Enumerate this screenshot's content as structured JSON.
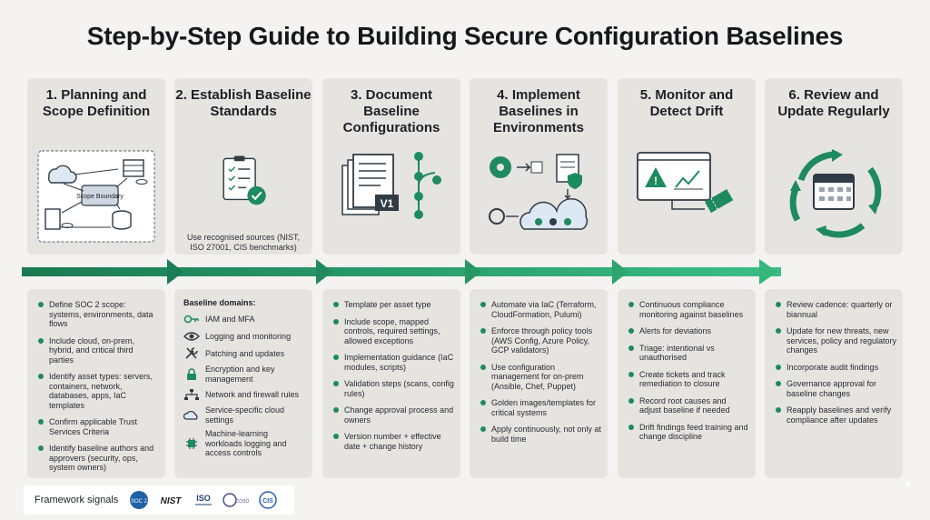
{
  "title": "Step-by-Step Guide to Building Secure Configuration Baselines",
  "colors": {
    "accent": "#1e8a5f",
    "accent_light": "#3bbf86",
    "panel": "#e6e4e0",
    "ink": "#2f3b45"
  },
  "steps": [
    {
      "title": "1. Planning and Scope Definition",
      "diagram_label": "Scope Boundary",
      "items": [
        "Define SOC 2 scope: systems, environments, data flows",
        "Include cloud, on-prem, hybrid, and critical third parties",
        "Identify asset types: servers, containers, network, databases, apps, IaC templates",
        "Confirm applicable Trust Services Criteria",
        "Identify baseline authors and approvers (security, ops, system owners)"
      ]
    },
    {
      "title": "2. Establish Baseline Standards",
      "caption": "Use recognised sources (NIST, ISO 27001, CIS benchmarks)",
      "domains_heading": "Baseline domains:",
      "domains": [
        {
          "icon": "key-icon",
          "label": "IAM and MFA"
        },
        {
          "icon": "eye-icon",
          "label": "Logging and monitoring"
        },
        {
          "icon": "wrench-icon",
          "label": "Patching and updates"
        },
        {
          "icon": "lock-icon",
          "label": "Encryption and key management"
        },
        {
          "icon": "network-icon",
          "label": "Network and firewall rules"
        },
        {
          "icon": "cloud-icon",
          "label": "Service-specific cloud settings"
        },
        {
          "icon": "chip-icon",
          "label": "Machine-learning workloads logging and access controls"
        }
      ]
    },
    {
      "title": "3. Document Baseline Configurations",
      "doc_badge": "V1",
      "items": [
        "Template per asset type",
        "Include scope, mapped controls, required settings, allowed exceptions",
        "Implementation guidance (IaC modules, scripts)",
        "Validation steps (scans, config rules)",
        "Change approval process and owners",
        "Version number + effective date + change history"
      ]
    },
    {
      "title": "4. Implement Baselines in Environments",
      "items": [
        "Automate via IaC (Terraform, CloudFormation, Pulumi)",
        "Enforce through policy tools (AWS Config, Azure Policy, GCP validators)",
        "Use configuration management for on-prem (Ansible, Chef, Puppet)",
        "Golden images/templates for critical systems",
        "Apply continuously, not only at build time"
      ]
    },
    {
      "title": "5. Monitor and Detect Drift",
      "items": [
        "Continuous compliance monitoring against baselines",
        "Alerts for deviations",
        "Triage: intentional vs unauthorised",
        "Create tickets and track remediation to closure",
        "Record root causes and adjust baseline if needed",
        "Drift findings feed training and change discipline"
      ]
    },
    {
      "title": "6. Review and Update Regularly",
      "items": [
        "Review cadence: quarterly or biannual",
        "Update for new threats, new services, policy and regulatory changes",
        "Incorporate audit findings",
        "Governance approval for baseline changes",
        "Reapply baselines and verify compliance after updates"
      ]
    }
  ],
  "footer": {
    "label": "Framework signals",
    "logos": [
      "SOC 2",
      "NIST",
      "ISO",
      "COSO",
      "CIS"
    ]
  }
}
